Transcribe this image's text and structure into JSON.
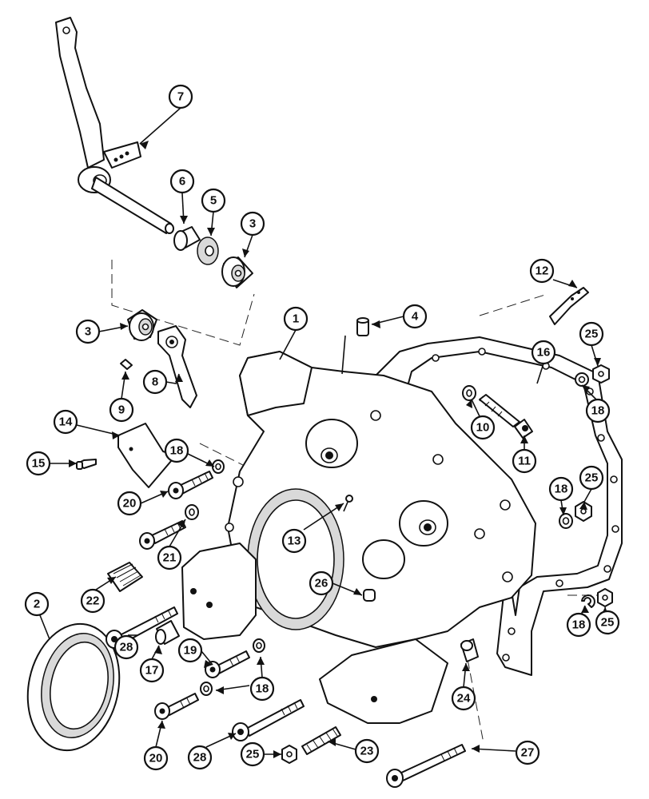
{
  "colors": {
    "ink": "#111111",
    "paper": "#ffffff",
    "shade": "#d9d9d9"
  },
  "callouts": [
    {
      "id": "c7",
      "label": "7"
    },
    {
      "id": "c6",
      "label": "6"
    },
    {
      "id": "c5",
      "label": "5"
    },
    {
      "id": "c3a",
      "label": "3"
    },
    {
      "id": "c3b",
      "label": "3"
    },
    {
      "id": "c1",
      "label": "1"
    },
    {
      "id": "c4",
      "label": "4"
    },
    {
      "id": "c12",
      "label": "12"
    },
    {
      "id": "c25a",
      "label": "25"
    },
    {
      "id": "c16",
      "label": "16"
    },
    {
      "id": "c18a",
      "label": "18"
    },
    {
      "id": "c10",
      "label": "10"
    },
    {
      "id": "c11",
      "label": "11"
    },
    {
      "id": "c9",
      "label": "9"
    },
    {
      "id": "c8",
      "label": "8"
    },
    {
      "id": "c14",
      "label": "14"
    },
    {
      "id": "c15",
      "label": "15"
    },
    {
      "id": "c18b",
      "label": "18"
    },
    {
      "id": "c20a",
      "label": "20"
    },
    {
      "id": "c21",
      "label": "21"
    },
    {
      "id": "c13",
      "label": "13"
    },
    {
      "id": "c18c",
      "label": "18"
    },
    {
      "id": "c25b",
      "label": "25"
    },
    {
      "id": "c22",
      "label": "22"
    },
    {
      "id": "c26",
      "label": "26"
    },
    {
      "id": "c2",
      "label": "2"
    },
    {
      "id": "c18d",
      "label": "18"
    },
    {
      "id": "c25c",
      "label": "25"
    },
    {
      "id": "c28a",
      "label": "28"
    },
    {
      "id": "c17",
      "label": "17"
    },
    {
      "id": "c19",
      "label": "19"
    },
    {
      "id": "c18e",
      "label": "18"
    },
    {
      "id": "c24",
      "label": "24"
    },
    {
      "id": "c20b",
      "label": "20"
    },
    {
      "id": "c28b",
      "label": "28"
    },
    {
      "id": "c25d",
      "label": "25"
    },
    {
      "id": "c23",
      "label": "23"
    },
    {
      "id": "c27",
      "label": "27"
    }
  ]
}
